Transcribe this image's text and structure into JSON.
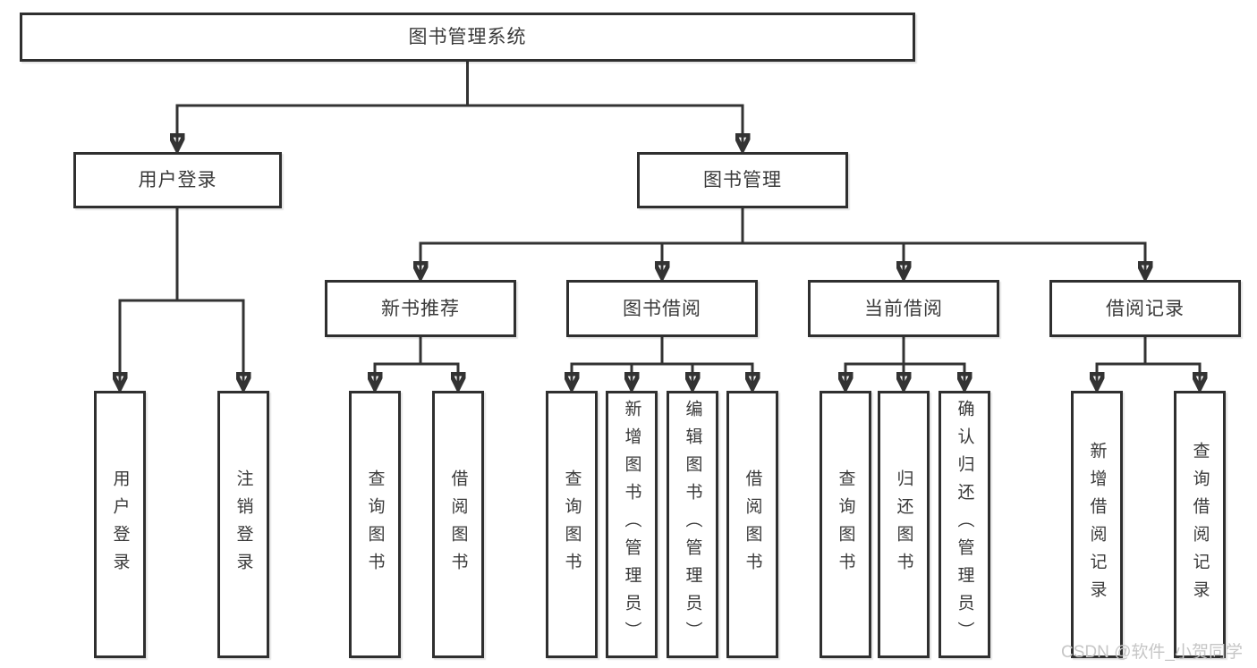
{
  "diagram": {
    "type": "hierarchy-tree",
    "root": {
      "label": "图书管理系统"
    },
    "branches": [
      {
        "label": "用户登录",
        "children": [
          {
            "label": "用户登录"
          },
          {
            "label": "注销登录"
          }
        ]
      },
      {
        "label": "图书管理",
        "children": [
          {
            "label": "新书推荐",
            "children": [
              {
                "label": "查询图书"
              },
              {
                "label": "借阅图书"
              }
            ]
          },
          {
            "label": "图书借阅",
            "children": [
              {
                "label": "查询图书"
              },
              {
                "label": "新增图书（管理员）"
              },
              {
                "label": "编辑图书（管理员）"
              },
              {
                "label": "借阅图书"
              }
            ]
          },
          {
            "label": "当前借阅",
            "children": [
              {
                "label": "查询图书"
              },
              {
                "label": "归还图书"
              },
              {
                "label": "确认归还（管理员）"
              }
            ]
          },
          {
            "label": "借阅记录",
            "children": [
              {
                "label": "新增借阅记录"
              },
              {
                "label": "查询借阅记录"
              }
            ]
          }
        ]
      }
    ]
  },
  "watermark": {
    "text": "CSDN @软件_小贺同学"
  },
  "colors": {
    "line": "#333333",
    "box_border": "#2f2f2f",
    "text": "#3a3a3a",
    "background": "#ffffff",
    "watermark": "#c6c6c6"
  }
}
